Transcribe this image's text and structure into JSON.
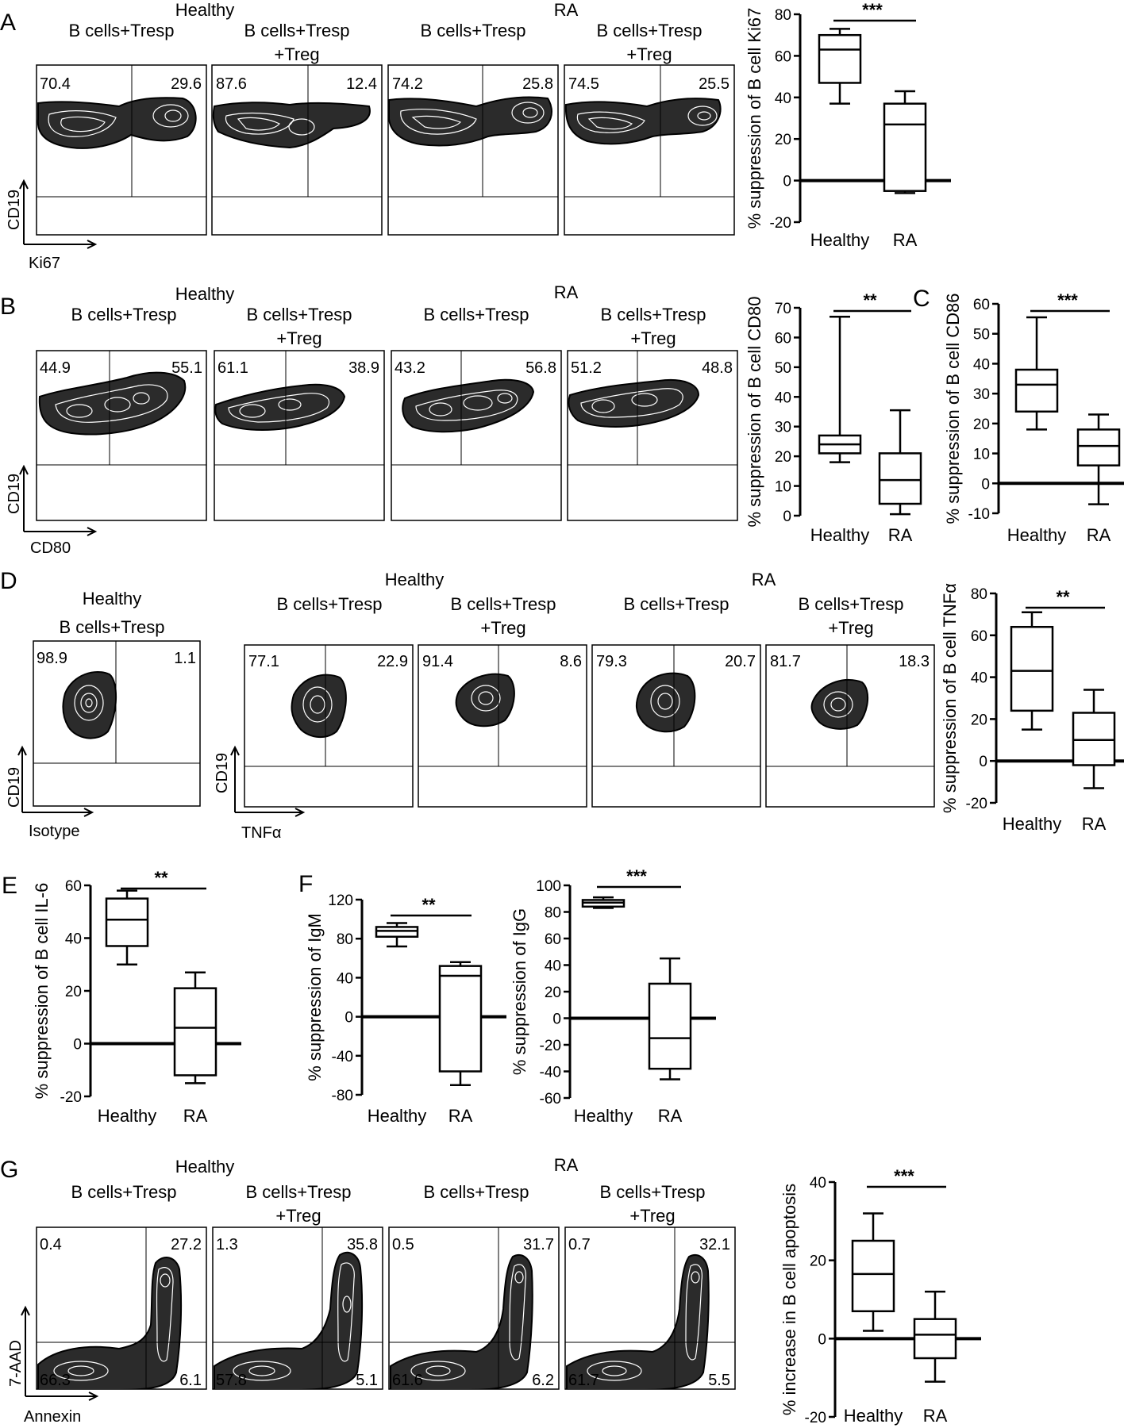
{
  "colors": {
    "ink": "#000000",
    "contour_fill": "#2b2b2b",
    "contour_line": "#ffffff"
  },
  "panels": {
    "A": {
      "letter": "A",
      "group_labels": [
        "Healthy",
        "RA"
      ],
      "condition_labels": [
        [
          "B cells+Tresp"
        ],
        [
          "B cells+Tresp",
          "+Treg"
        ],
        [
          "B cells+Tresp"
        ],
        [
          "B cells+Tresp",
          "+Treg"
        ]
      ],
      "y_axis_label": "CD19",
      "x_axis_label": "Ki67",
      "quadrant_values": [
        [
          "70.4",
          "29.6"
        ],
        [
          "87.6",
          "12.4"
        ],
        [
          "74.2",
          "25.8"
        ],
        [
          "74.5",
          "25.5"
        ]
      ]
    },
    "B": {
      "letter": "B",
      "group_labels": [
        "Healthy",
        "RA"
      ],
      "condition_labels": [
        [
          "B cells+Tresp"
        ],
        [
          "B cells+Tresp",
          "+Treg"
        ],
        [
          "B cells+Tresp"
        ],
        [
          "B cells+Tresp",
          "+Treg"
        ]
      ],
      "y_axis_label": "CD19",
      "x_axis_label": "CD80",
      "quadrant_values": [
        [
          "44.9",
          "55.1"
        ],
        [
          "61.1",
          "38.9"
        ],
        [
          "43.2",
          "56.8"
        ],
        [
          "51.2",
          "48.8"
        ]
      ]
    },
    "C": {
      "letter": "C"
    },
    "D": {
      "letter": "D",
      "isotype_group_label": "Healthy",
      "isotype_condition_label": "B cells+Tresp",
      "isotype_y_axis_label": "CD19",
      "isotype_x_axis_label": "Isotype",
      "isotype_values": [
        "98.9",
        "1.1"
      ],
      "group_labels": [
        "Healthy",
        "RA"
      ],
      "condition_labels": [
        [
          "B cells+Tresp"
        ],
        [
          "B cells+Tresp",
          "+Treg"
        ],
        [
          "B cells+Tresp"
        ],
        [
          "B cells+Tresp",
          "+Treg"
        ]
      ],
      "y_axis_label": "CD19",
      "x_axis_label": "TNFα",
      "quadrant_values": [
        [
          "77.1",
          "22.9"
        ],
        [
          "91.4",
          "8.6"
        ],
        [
          "79.3",
          "20.7"
        ],
        [
          "81.7",
          "18.3"
        ]
      ]
    },
    "E": {
      "letter": "E"
    },
    "F": {
      "letter": "F"
    },
    "G": {
      "letter": "G",
      "group_labels": [
        "Healthy",
        "RA"
      ],
      "condition_labels": [
        [
          "B cells+Tresp"
        ],
        [
          "B cells+Tresp",
          "+Treg"
        ],
        [
          "B cells+Tresp"
        ],
        [
          "B cells+Tresp",
          "+Treg"
        ]
      ],
      "y_axis_label": "7-AAD",
      "x_axis_label": "Annexin",
      "quadrant_values": [
        [
          "0.4",
          "27.2",
          "66.3",
          "6.1"
        ],
        [
          "1.3",
          "35.8",
          "57.8",
          "5.1"
        ],
        [
          "0.5",
          "31.7",
          "61.6",
          "6.2"
        ],
        [
          "0.7",
          "32.1",
          "61.7",
          "5.5"
        ]
      ]
    }
  },
  "chart_data": [
    {
      "id": "A",
      "type": "box",
      "categories": [
        "Healthy",
        "RA"
      ],
      "ylabel": "% suppression of B cell Ki67",
      "ylim": [
        -20,
        80
      ],
      "yticks": [
        -20,
        0,
        20,
        40,
        60,
        80
      ],
      "boxes": [
        {
          "min": 37,
          "q1": 47,
          "median": 63,
          "q3": 70,
          "max": 73
        },
        {
          "min": -6,
          "q1": -5,
          "median": 27,
          "q3": 37,
          "max": 43
        }
      ],
      "significance": "***"
    },
    {
      "id": "B",
      "type": "box",
      "categories": [
        "Healthy",
        "RA"
      ],
      "ylabel": "% suppression of B cell CD80",
      "ylim": [
        0,
        70
      ],
      "yticks": [
        0,
        10,
        20,
        30,
        40,
        50,
        60,
        70
      ],
      "boxes": [
        {
          "min": 18,
          "q1": 21,
          "median": 24,
          "q3": 27,
          "max": 67
        },
        {
          "min": 0.5,
          "q1": 4,
          "median": 12,
          "q3": 21,
          "max": 35.5
        }
      ],
      "significance": "**"
    },
    {
      "id": "C",
      "type": "box",
      "categories": [
        "Healthy",
        "RA"
      ],
      "ylabel": "% suppression of B cell CD86",
      "ylim": [
        -10,
        60
      ],
      "yticks": [
        -10,
        0,
        10,
        20,
        30,
        40,
        50,
        60
      ],
      "boxes": [
        {
          "min": 18,
          "q1": 24,
          "median": 33,
          "q3": 38,
          "max": 55.5
        },
        {
          "min": -7,
          "q1": 6,
          "median": 12.5,
          "q3": 18,
          "max": 23
        }
      ],
      "significance": "***"
    },
    {
      "id": "D",
      "type": "box",
      "categories": [
        "Healthy",
        "RA"
      ],
      "ylabel": "% suppression of B cell TNFα",
      "ylim": [
        -20,
        80
      ],
      "yticks": [
        -20,
        0,
        20,
        40,
        60,
        80
      ],
      "boxes": [
        {
          "min": 15,
          "q1": 24,
          "median": 43,
          "q3": 64,
          "max": 71
        },
        {
          "min": -13,
          "q1": -2,
          "median": 10,
          "q3": 23,
          "max": 34
        }
      ],
      "significance": "**"
    },
    {
      "id": "E",
      "type": "box",
      "categories": [
        "Healthy",
        "RA"
      ],
      "ylabel": "% suppression of B cell IL-6",
      "ylim": [
        -20,
        60
      ],
      "yticks": [
        -20,
        0,
        20,
        40,
        60
      ],
      "boxes": [
        {
          "min": 30,
          "q1": 37,
          "median": 47,
          "q3": 55,
          "max": 58
        },
        {
          "min": -15,
          "q1": -12,
          "median": 6,
          "q3": 21,
          "max": 27
        }
      ],
      "significance": "**"
    },
    {
      "id": "F1",
      "type": "box",
      "categories": [
        "Healthy",
        "RA"
      ],
      "ylabel": "% suppression of IgM",
      "ylim": [
        -80,
        120
      ],
      "yticks": [
        -80,
        -40,
        0,
        40,
        80,
        120
      ],
      "boxes": [
        {
          "min": 72,
          "q1": 82,
          "median": 88,
          "q3": 92,
          "max": 96
        },
        {
          "min": -70,
          "q1": -56,
          "median": 42,
          "q3": 52,
          "max": 56
        }
      ],
      "significance": "**"
    },
    {
      "id": "F2",
      "type": "box",
      "categories": [
        "Healthy",
        "RA"
      ],
      "ylabel": "% suppression of IgG",
      "ylim": [
        -60,
        100
      ],
      "yticks": [
        -60,
        -40,
        -20,
        0,
        20,
        40,
        60,
        80,
        100
      ],
      "boxes": [
        {
          "min": 83,
          "q1": 84,
          "median": 87,
          "q3": 89,
          "max": 91
        },
        {
          "min": -46,
          "q1": -38,
          "median": -15,
          "q3": 26,
          "max": 45
        }
      ],
      "significance": "***"
    },
    {
      "id": "G",
      "type": "box",
      "categories": [
        "Healthy",
        "RA"
      ],
      "ylabel": "% increase in B cell apoptosis",
      "ylim": [
        -20,
        40
      ],
      "yticks": [
        -20,
        0,
        20,
        40
      ],
      "boxes": [
        {
          "min": 2,
          "q1": 7,
          "median": 16.5,
          "q3": 25,
          "max": 32
        },
        {
          "min": -11,
          "q1": -5,
          "median": 1,
          "q3": 5,
          "max": 12
        }
      ],
      "significance": "***"
    }
  ]
}
